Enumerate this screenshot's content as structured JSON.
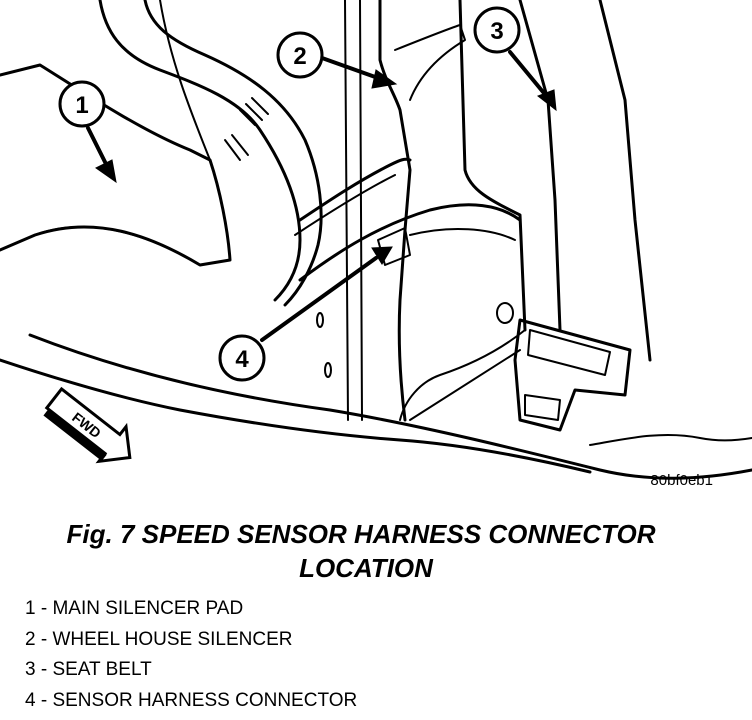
{
  "figure": {
    "image_code": "80bf0eb1",
    "caption_line1": "Fig. 7 SPEED SENSOR HARNESS CONNECTOR",
    "caption_line2": "LOCATION",
    "fwd_label": "FWD"
  },
  "callouts": [
    {
      "number": "1",
      "label": "MAIN SILENCER PAD"
    },
    {
      "number": "2",
      "label": "WHEEL HOUSE SILENCER"
    },
    {
      "number": "3",
      "label": "SEAT BELT"
    },
    {
      "number": "4",
      "label": "SENSOR HARNESS CONNECTOR"
    }
  ],
  "legend": [
    {
      "text": "1 - MAIN SILENCER PAD"
    },
    {
      "text": "2 - WHEEL HOUSE SILENCER"
    },
    {
      "text": "3 - SEAT BELT"
    },
    {
      "text": "4 - SENSOR HARNESS CONNECTOR"
    }
  ]
}
